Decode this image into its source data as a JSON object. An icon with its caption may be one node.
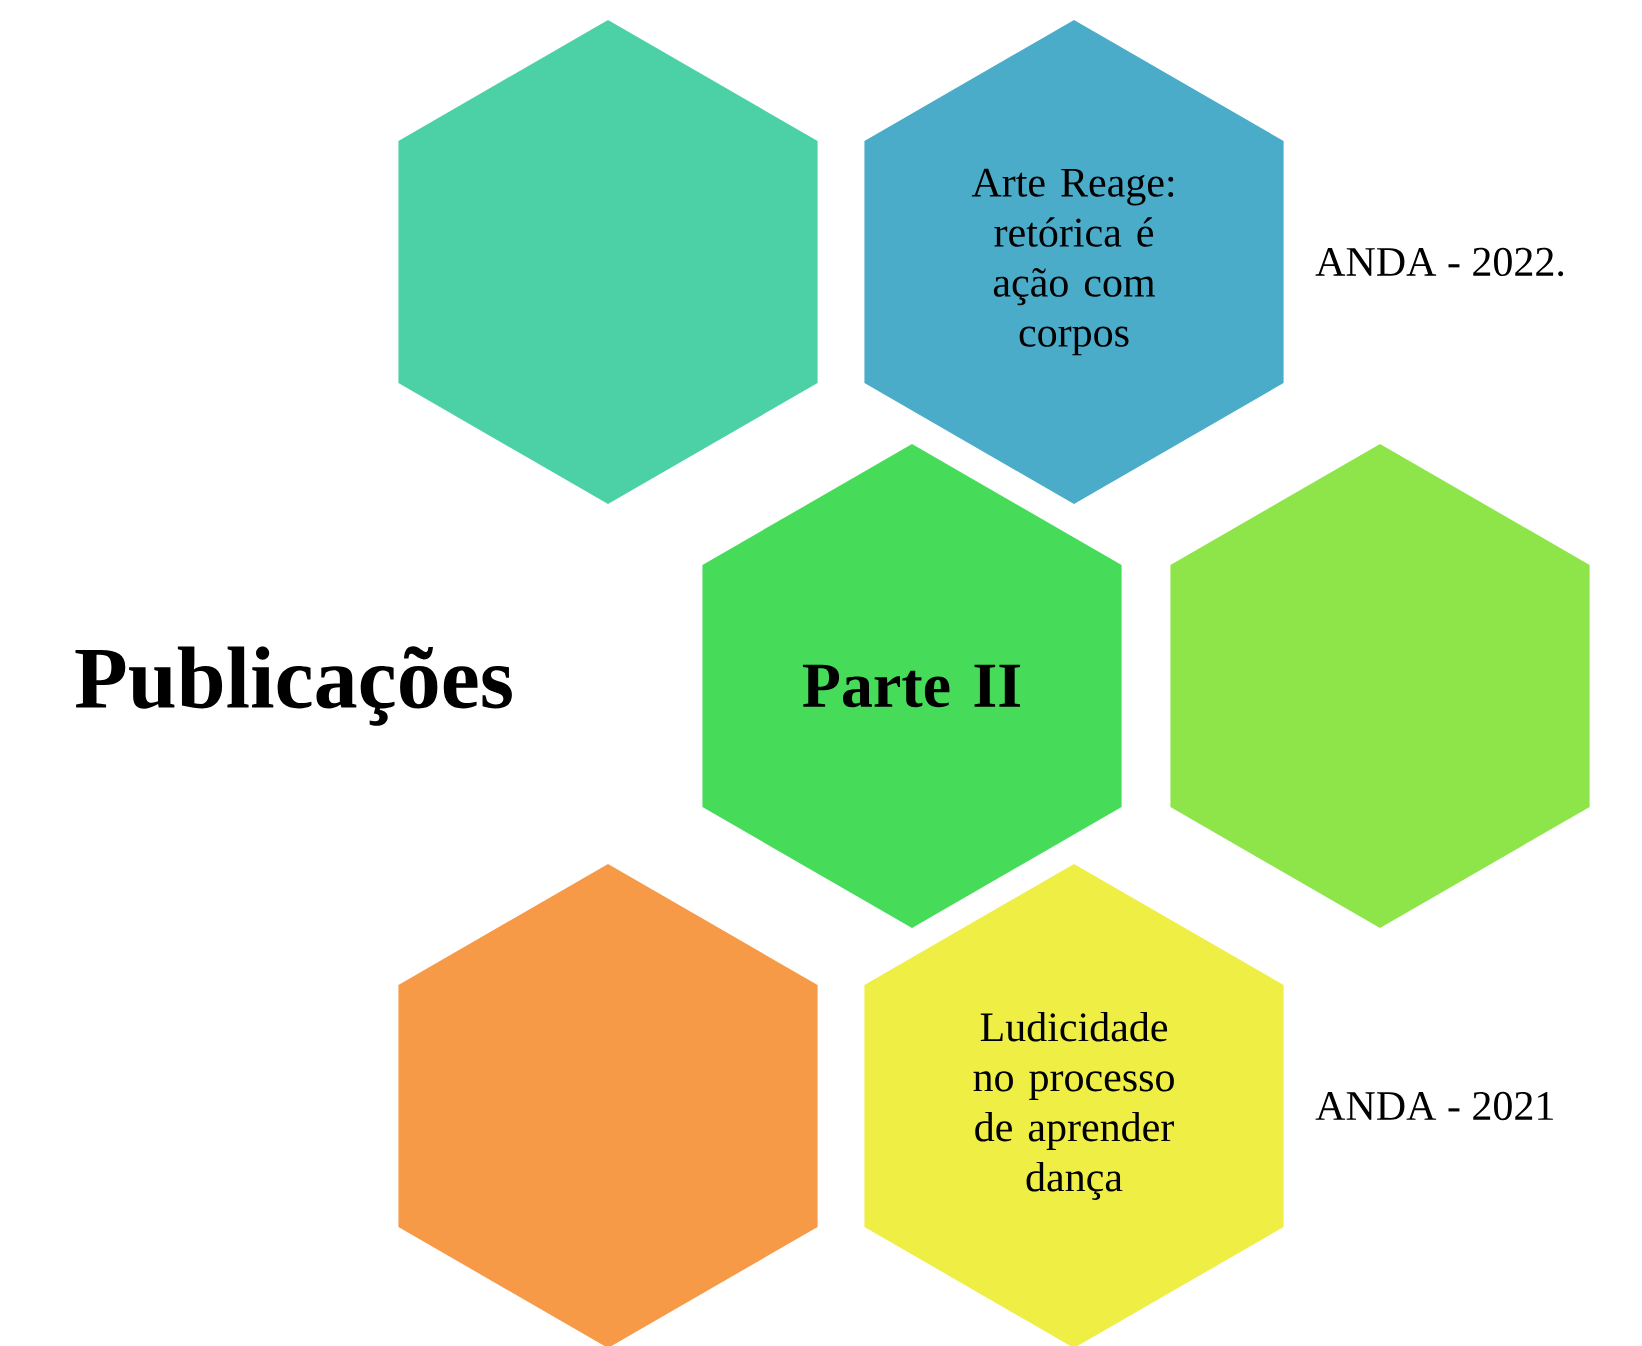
{
  "diagram": {
    "title": "Publicações",
    "nodes": [
      {
        "text": [],
        "shape": "hexagon"
      },
      {
        "text": [
          "Arte Reage: retórica é ação com corpos"
        ],
        "beside": [
          "ANDA - 2022."
        ]
      },
      {
        "text": [
          "Parte II"
        ]
      },
      {
        "text": [],
        "shape": "hexagon"
      },
      {
        "text": [],
        "shape": "hexagon"
      },
      {
        "text": [
          "Ludicidade no processo de aprender dança"
        ],
        "beside": [
          "ANDA - 2021"
        ]
      }
    ],
    "edges": []
  }
}
